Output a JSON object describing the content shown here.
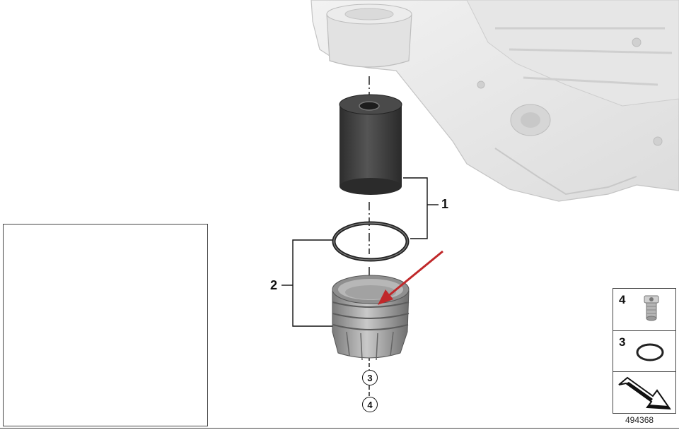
{
  "callouts": {
    "filter_insert": "1",
    "housing_cover": "2",
    "ref_3": "3",
    "ref_4": "4"
  },
  "legend": {
    "item_4": "4",
    "item_3": "3"
  },
  "diagram_id": "494368",
  "colors": {
    "line": "#111111",
    "arrow": "#c0282a",
    "casting": "#eaeaea",
    "casting_shadow": "#cfcfcf",
    "filter_dark": "#3c3c3c",
    "housing": "#9a9a9a",
    "engine_highlight": "#f3dd3a"
  },
  "icons": {
    "direction_arrow": "arrow-icon",
    "plug": "plug-icon",
    "ring": "o-ring-icon"
  }
}
